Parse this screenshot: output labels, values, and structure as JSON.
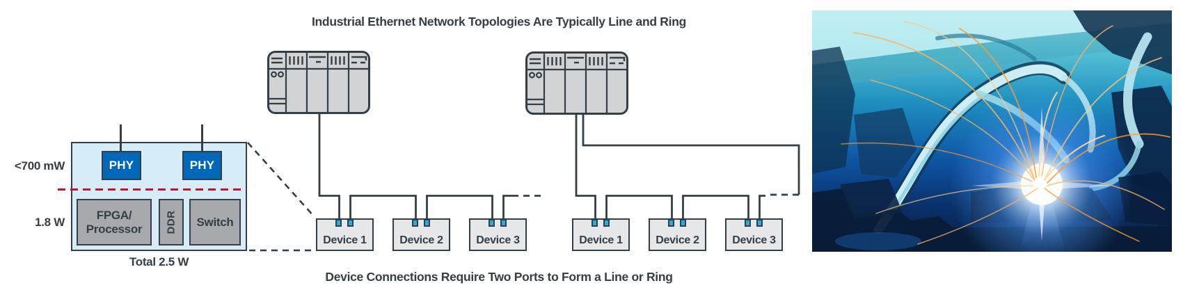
{
  "title": "Industrial Ethernet Network Topologies Are Typically Line and Ring",
  "caption": "Device Connections Require Two Ports to Form a Line or Ring",
  "power_diagram": {
    "phy_power_label": "<700 mW",
    "core_power_label": "1.8 W",
    "total_label": "Total 2.5 W",
    "phy_labels": [
      "PHY",
      "PHY"
    ],
    "blocks": {
      "fpga_line1": "FPGA/",
      "fpga_line2": "Processor",
      "ddr": "DDR",
      "switch": "Switch"
    }
  },
  "topologies": {
    "line": {
      "name": "line",
      "devices": [
        "Device 1",
        "Device 2",
        "Device 3"
      ]
    },
    "ring": {
      "name": "ring",
      "devices": [
        "Device 1",
        "Device 2",
        "Device 3"
      ]
    }
  },
  "icons": {
    "controller": "plc-controller-icon",
    "port": "ethernet-port-icon"
  },
  "colors": {
    "ink_navy": "#333F48",
    "chip_fill": "#D6EDF8",
    "phy_blue": "#0067B9",
    "divider_red": "#C8102E",
    "port_cyan": "#29ABE2",
    "device_fill": "#E6E7E8",
    "plc_fill": "#D1D3D4"
  },
  "photo": {
    "description": "Industrial welding robots in a factory, blue-tinted with bright welding arc and orange sparks"
  }
}
